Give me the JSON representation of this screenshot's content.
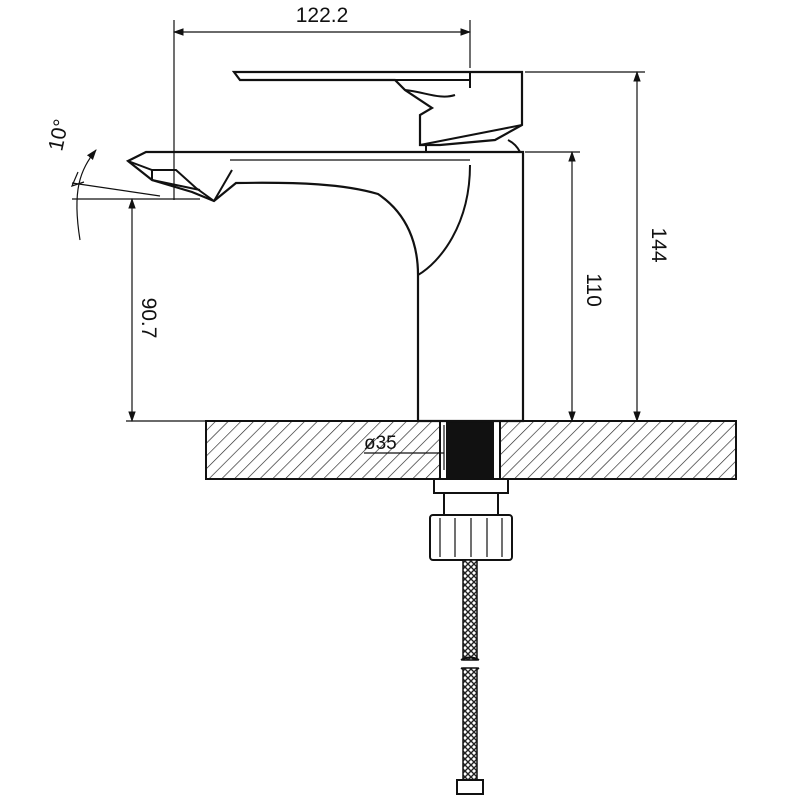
{
  "dimensions": {
    "overall_width": "122.2",
    "overall_height": "144",
    "spout_height": "110",
    "outlet_height": "90.7",
    "outlet_angle": "10°",
    "mounting_hole": "ø35"
  }
}
